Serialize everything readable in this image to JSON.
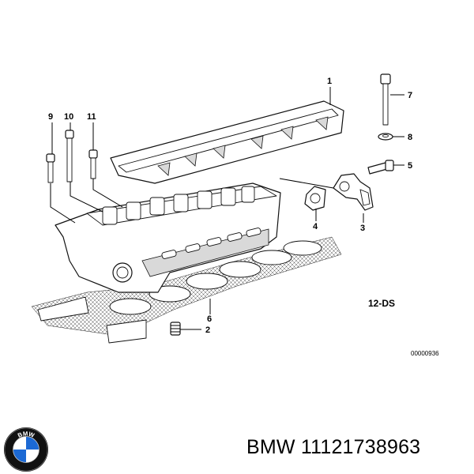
{
  "diagram": {
    "callouts": [
      "1",
      "2",
      "3",
      "4",
      "5",
      "6",
      "7",
      "8",
      "9",
      "10",
      "11"
    ],
    "section_code": "12-DS",
    "reference_code": "00000936"
  },
  "caption": {
    "brand": "BMW",
    "part_number": "11121738963",
    "text": "BMW 11121738963"
  },
  "logo": {
    "name": "bmw-roundel-logo",
    "letters": "BMW",
    "colors": {
      "blue": "#1c69d4",
      "white": "#ffffff",
      "ring": "#111111"
    }
  }
}
